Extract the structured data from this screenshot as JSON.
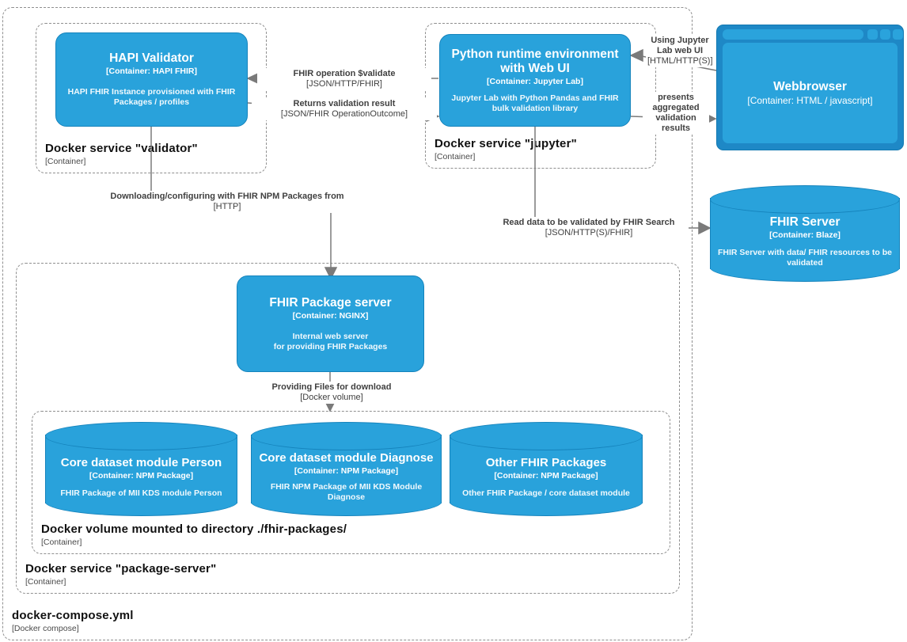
{
  "diagram": {
    "boundaries": {
      "compose": {
        "title": "docker-compose.yml",
        "type": "[Docker compose]"
      },
      "validator": {
        "title": "Docker service \"validator\"",
        "type": "[Container]"
      },
      "jupyter": {
        "title": "Docker service \"jupyter\"",
        "type": "[Container]"
      },
      "package_server": {
        "title": "Docker service \"package-server\"",
        "type": "[Container]"
      },
      "volume": {
        "title": "Docker volume mounted to directory ./fhir-packages/",
        "type": "[Container]"
      }
    },
    "nodes": {
      "hapi": {
        "title": "HAPI Validator",
        "type": "[Container: HAPI FHIR]",
        "description": "HAPI FHIR Instance provisioned with FHIR Packages / profiles"
      },
      "python": {
        "title": "Python runtime environment\nwith Web UI",
        "type": "[Container: Jupyter Lab]",
        "description": "Jupyter Lab with Python Pandas and FHIR bulk validation library"
      },
      "webbrowser": {
        "title": "Webbrowser",
        "type": "[Container: HTML / javascript]"
      },
      "fhir_server": {
        "title": "FHIR Server",
        "type": "[Container: Blaze]",
        "description": "FHIR Server with data/ FHIR resources to be validated"
      },
      "package_server": {
        "title": "FHIR Package server",
        "type": "[Container: NGINX]",
        "description": "Internal web server\nfor providing FHIR Packages"
      },
      "person": {
        "title": "Core dataset module Person",
        "type": "[Container: NPM Package]",
        "description": "FHIR Package of MII KDS module Person"
      },
      "diagnose": {
        "title": "Core dataset module Diagnose",
        "type": "[Container: NPM Package]",
        "description": "FHIR NPM Package of MII KDS Module Diagnose"
      },
      "other": {
        "title": "Other FHIR Packages",
        "type": "[Container: NPM Package]",
        "description": "Other FHIR Package / core dataset module"
      }
    },
    "relationships": {
      "validate": {
        "label": "FHIR operation $validate",
        "protocol": "[JSON/HTTP/FHIR]"
      },
      "returns": {
        "label": "Returns validation result",
        "protocol": "[JSON/FHIR OperationOutcome]"
      },
      "using": {
        "label": "Using Jupyter Lab web UI",
        "protocol": "[HTML/HTTP(S)]"
      },
      "presents": {
        "label": "presents aggregated validation results"
      },
      "read": {
        "label": "Read data to be validated by FHIR Search",
        "protocol": "[JSON/HTTP(S)/FHIR]"
      },
      "download": {
        "label": "Downloading/configuring with FHIR NPM Packages from",
        "protocol": "[HTTP]"
      },
      "providing": {
        "label": "Providing Files for download",
        "protocol": "[Docker volume]"
      }
    },
    "colors": {
      "node_fill": "#29A2DB",
      "node_border": "#1583BC",
      "browser_frame": "#1E88C6",
      "connector": "#7A7A7A",
      "boundary_dash": "#8f8f8f"
    }
  }
}
